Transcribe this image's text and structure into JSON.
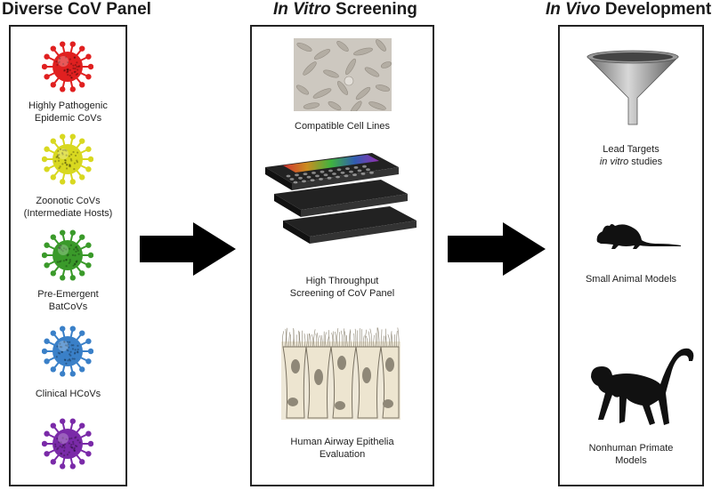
{
  "columns": {
    "left": {
      "title": "Diverse CoV Panel"
    },
    "middle": {
      "title_italic": "In Vitro",
      "title_rest": " Screening"
    },
    "right": {
      "title_italic": "In Vivo",
      "title_rest": " Development"
    }
  },
  "left_items": [
    {
      "line1": "Highly Pathogenic",
      "line2": "Epidemic CoVs",
      "color": "#e02020"
    },
    {
      "line1": "Zoonotic CoVs",
      "line2": "(Intermediate Hosts)",
      "color": "#d8d820"
    },
    {
      "line1": "Pre-Emergent",
      "line2": "BatCoVs",
      "color": "#3a9a2a"
    },
    {
      "line1": "Clinical HCoVs",
      "line2": "",
      "color": "#3a80c8"
    },
    {
      "line1": "",
      "line2": "",
      "color": "#7a2aa8"
    }
  ],
  "middle_items": [
    {
      "line1": "Compatible Cell Lines",
      "line2": ""
    },
    {
      "line1": "High Throughput",
      "line2": "Screening of CoV Panel"
    },
    {
      "line1": "Human Airway Epithelia",
      "line2": "Evaluation"
    }
  ],
  "right_items": [
    {
      "line1": "Lead Targets",
      "line2_italic": "in vitro",
      "line2_rest": " studies"
    },
    {
      "line1": "Small Animal Models",
      "line2": ""
    },
    {
      "line1": "Nonhuman Primate",
      "line2": "Models"
    }
  ],
  "icons": {
    "virus": "coronavirus-icon",
    "cells": "cell-culture-image",
    "plates": "well-plate-stack-icon",
    "airway": "airway-epithelia-image",
    "funnel": "funnel-icon",
    "mouse": "mouse-silhouette-icon",
    "monkey": "monkey-silhouette-icon",
    "arrow": "right-arrow-icon"
  }
}
